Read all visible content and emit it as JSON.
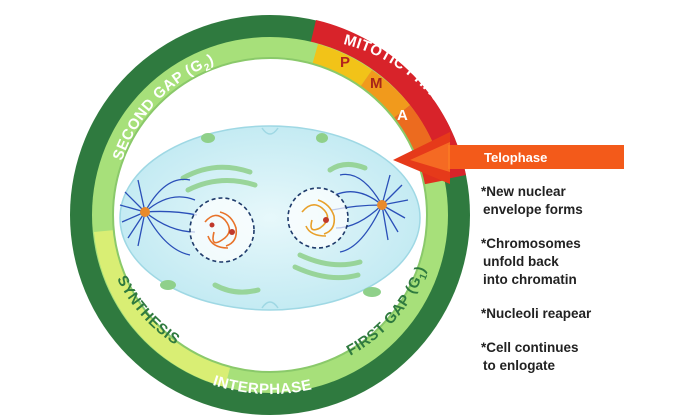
{
  "ring_labels": {
    "second_gap": "SECOND GAP (G",
    "second_gap_sub": "2",
    "second_gap_close": ")",
    "mitotic": "MITOTIC PHASE",
    "synthesis": "SYNTHESIS",
    "first_gap": "FIRST GAP (G",
    "first_gap_sub": "1",
    "first_gap_close": ")",
    "interphase": "INTERPHASE"
  },
  "mitotic_letters": {
    "p": "P",
    "m": "M",
    "a": "A"
  },
  "callout": {
    "title": "Telophase"
  },
  "notes": [
    {
      "line1": "*New nuclear",
      "line2": "envelope forms",
      "line3": ""
    },
    {
      "line1": "*Chromosomes",
      "line2": "unfold back",
      "line3": "into chromatin"
    },
    {
      "line1": "*Nucleoli reapear",
      "line2": "",
      "line3": ""
    },
    {
      "line1": "*Cell continues",
      "line2": "to enlogate",
      "line3": ""
    }
  ],
  "colors": {
    "outer_ring": "#2f7a3f",
    "inner_ring": "#a7e07a",
    "synthesis_band": "#d9ee74",
    "mitotic_red": "#d8232a",
    "prophase": "#f2c318",
    "metaphase": "#f19a1c",
    "anaphase": "#ec6b1f",
    "arrow": "#f35a1a",
    "cell": "#d3f1f7"
  }
}
